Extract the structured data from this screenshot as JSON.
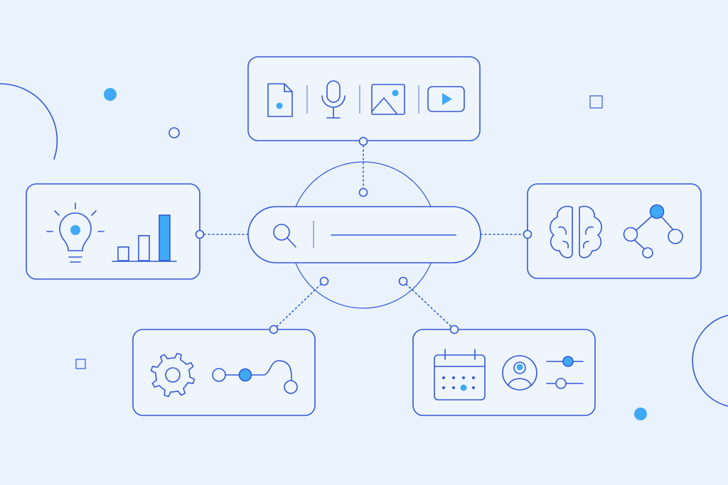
{
  "colors": {
    "background": "#EAF3FD",
    "stroke": "#3558D6",
    "accent": "#3FA9F5"
  },
  "search_bar": {
    "icon": "search-icon",
    "query": ""
  },
  "media_box": {
    "icons": [
      "document-icon",
      "microphone-icon",
      "image-icon",
      "video-play-icon"
    ]
  },
  "insights_box": {
    "icons": [
      "lightbulb-icon",
      "bar-chart-icon"
    ],
    "bar_chart_values": [
      0.3,
      0.55,
      1.0
    ]
  },
  "ai_box": {
    "icons": [
      "brain-icon",
      "node-graph-icon"
    ]
  },
  "automation_box": {
    "icons": [
      "gear-icon",
      "workflow-path-icon"
    ]
  },
  "planning_box": {
    "icons": [
      "calendar-icon",
      "user-profile-icon",
      "sliders-icon"
    ]
  },
  "decorations": [
    "accent-dot",
    "small-circle",
    "small-square",
    "partial-arc"
  ]
}
